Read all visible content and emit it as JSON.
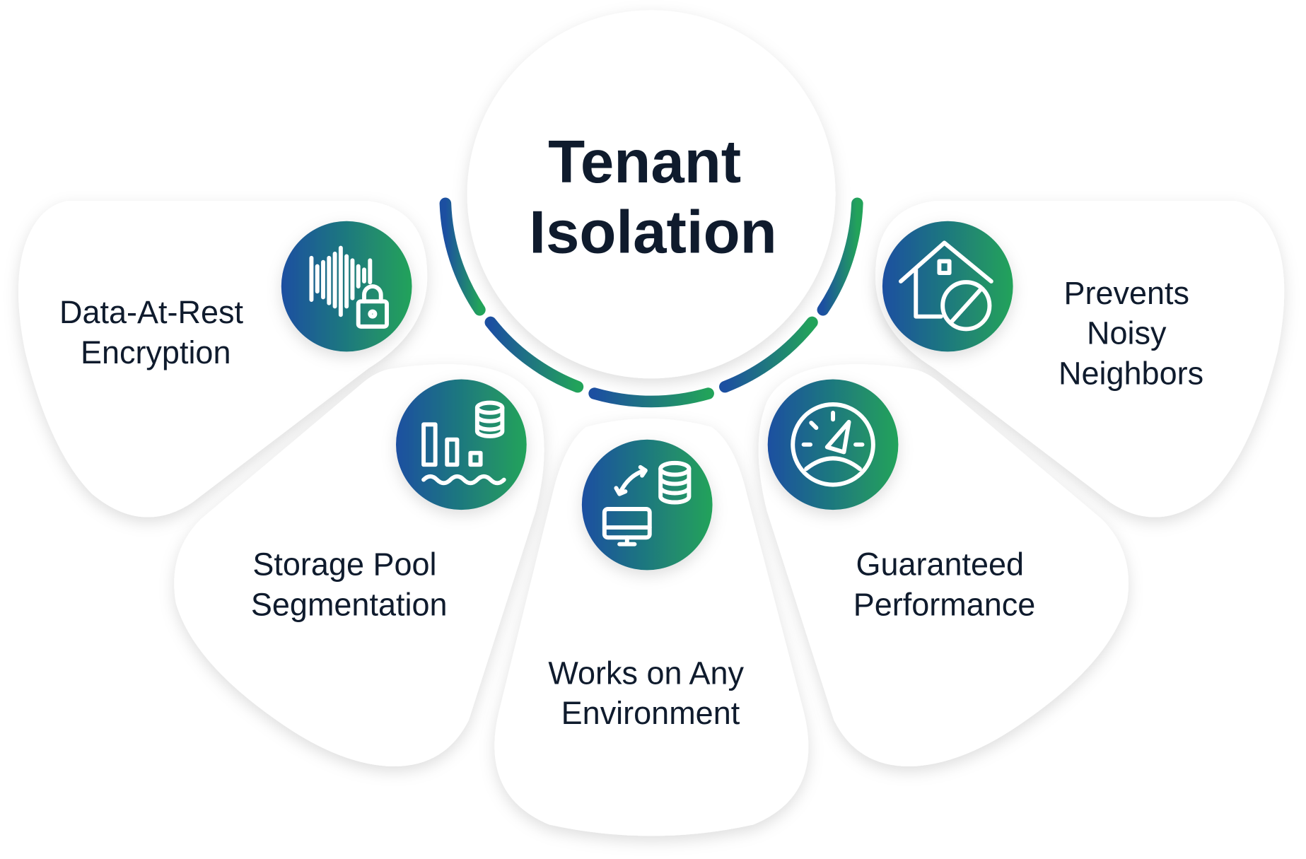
{
  "title": {
    "line1": "Tenant",
    "line2": "Isolation"
  },
  "features": [
    {
      "icon": "sound-wave-lock-icon",
      "line1": "Data-At-Rest",
      "line2": "Encryption"
    },
    {
      "icon": "bar-chart-database-icon",
      "line1": "Storage Pool",
      "line2": "Segmentation"
    },
    {
      "icon": "monitor-database-sync-icon",
      "line1": "Works on Any",
      "line2": "Environment"
    },
    {
      "icon": "speedometer-icon",
      "line1": "Guaranteed",
      "line2": "Performance"
    },
    {
      "icon": "house-blocked-icon",
      "line1": "Prevents",
      "line2": "Noisy",
      "line3": "Neighbors"
    }
  ],
  "colors": {
    "gradient_start": "#1c4fa1",
    "gradient_end": "#22a35a",
    "text": "#0f1b2d"
  }
}
